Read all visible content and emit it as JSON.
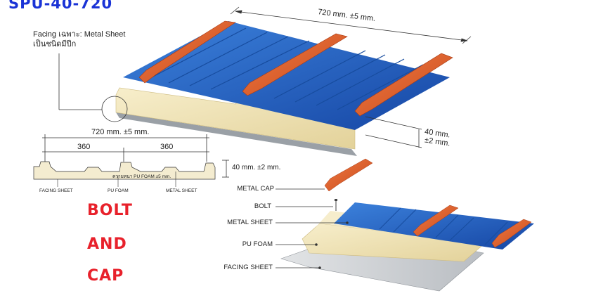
{
  "title": "SPU-40-720",
  "facing_note": {
    "line1": "Facing เฉพาะ: Metal Sheet",
    "line2": "เป็นชนิดมีปีก"
  },
  "top_dims": {
    "width": "720 mm. ±5 mm.",
    "thickness_line1": "40 mm.",
    "thickness_line2": "±2 mm."
  },
  "section": {
    "total_width": "720 mm. ±5 mm.",
    "left_half": "360",
    "right_half": "360",
    "thickness": "40 mm. ±2 mm.",
    "foam_note": "ความหนา PU FOAM ±5 mm.",
    "facing_sheet": "FACING SHEET",
    "pu_foam": "PU FOAM",
    "metal_sheet": "METAL SHEET"
  },
  "emphasis": {
    "bolt": "BOLT",
    "and": "AND",
    "cap": "CAP"
  },
  "exploded": {
    "metal_cap": "METAL CAP",
    "bolt": "BOLT",
    "metal_sheet": "METAL SHEET",
    "pu_foam": "PU FOAM",
    "facing_sheet": "FACING SHEET"
  },
  "colors": {
    "title_blue": "#1a33d6",
    "accent_red": "#e8212b",
    "panel_blue": "#1e5fbf",
    "cap_orange": "#e0602a",
    "foam_cream": "#efe3b8",
    "facing_grey": "#cfd2d6"
  }
}
